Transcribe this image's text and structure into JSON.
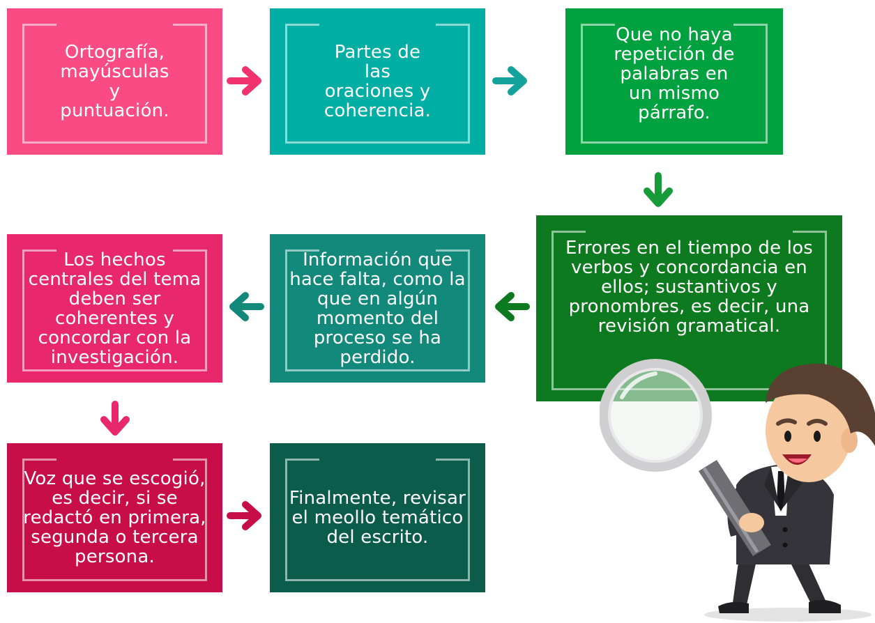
{
  "boxes": {
    "b1": {
      "text": "Ortografía, mayúsculas y puntuación.",
      "color": "#fb4b85"
    },
    "b2": {
      "text": "Partes de las oraciones y coherencia.",
      "color": "#00aea4"
    },
    "b3": {
      "text": "Que no haya repetición de palabras en un mismo párrafo.",
      "color": "#00a23f"
    },
    "b4": {
      "text": "Errores en el tiempo de los verbos y concordancia en ellos; sustantivos y pronombres, es decir, una revisión gramatical.",
      "color": "#0d7a1f"
    },
    "b5": {
      "text": "Información que hace falta, como la que en algún momento del proceso se ha perdido.",
      "color": "#13897c"
    },
    "b6": {
      "text": "Los hechos centrales del tema deben ser coherentes y concordar con la investigación.",
      "color": "#e8286b"
    },
    "b7": {
      "text": "Voz que se escogió, es decir, si se redactó en primera, segunda o tercera persona.",
      "color": "#c80e48"
    },
    "b8": {
      "text": "Finalmente, revisar el meollo temático del escrito.",
      "color": "#0b5c4b"
    }
  },
  "arrow_colors": {
    "pink": "#f2326f",
    "teal": "#13a39c",
    "green": "#169b38",
    "darkgreen": "#0d7a1f",
    "crimson": "#c80e48"
  }
}
